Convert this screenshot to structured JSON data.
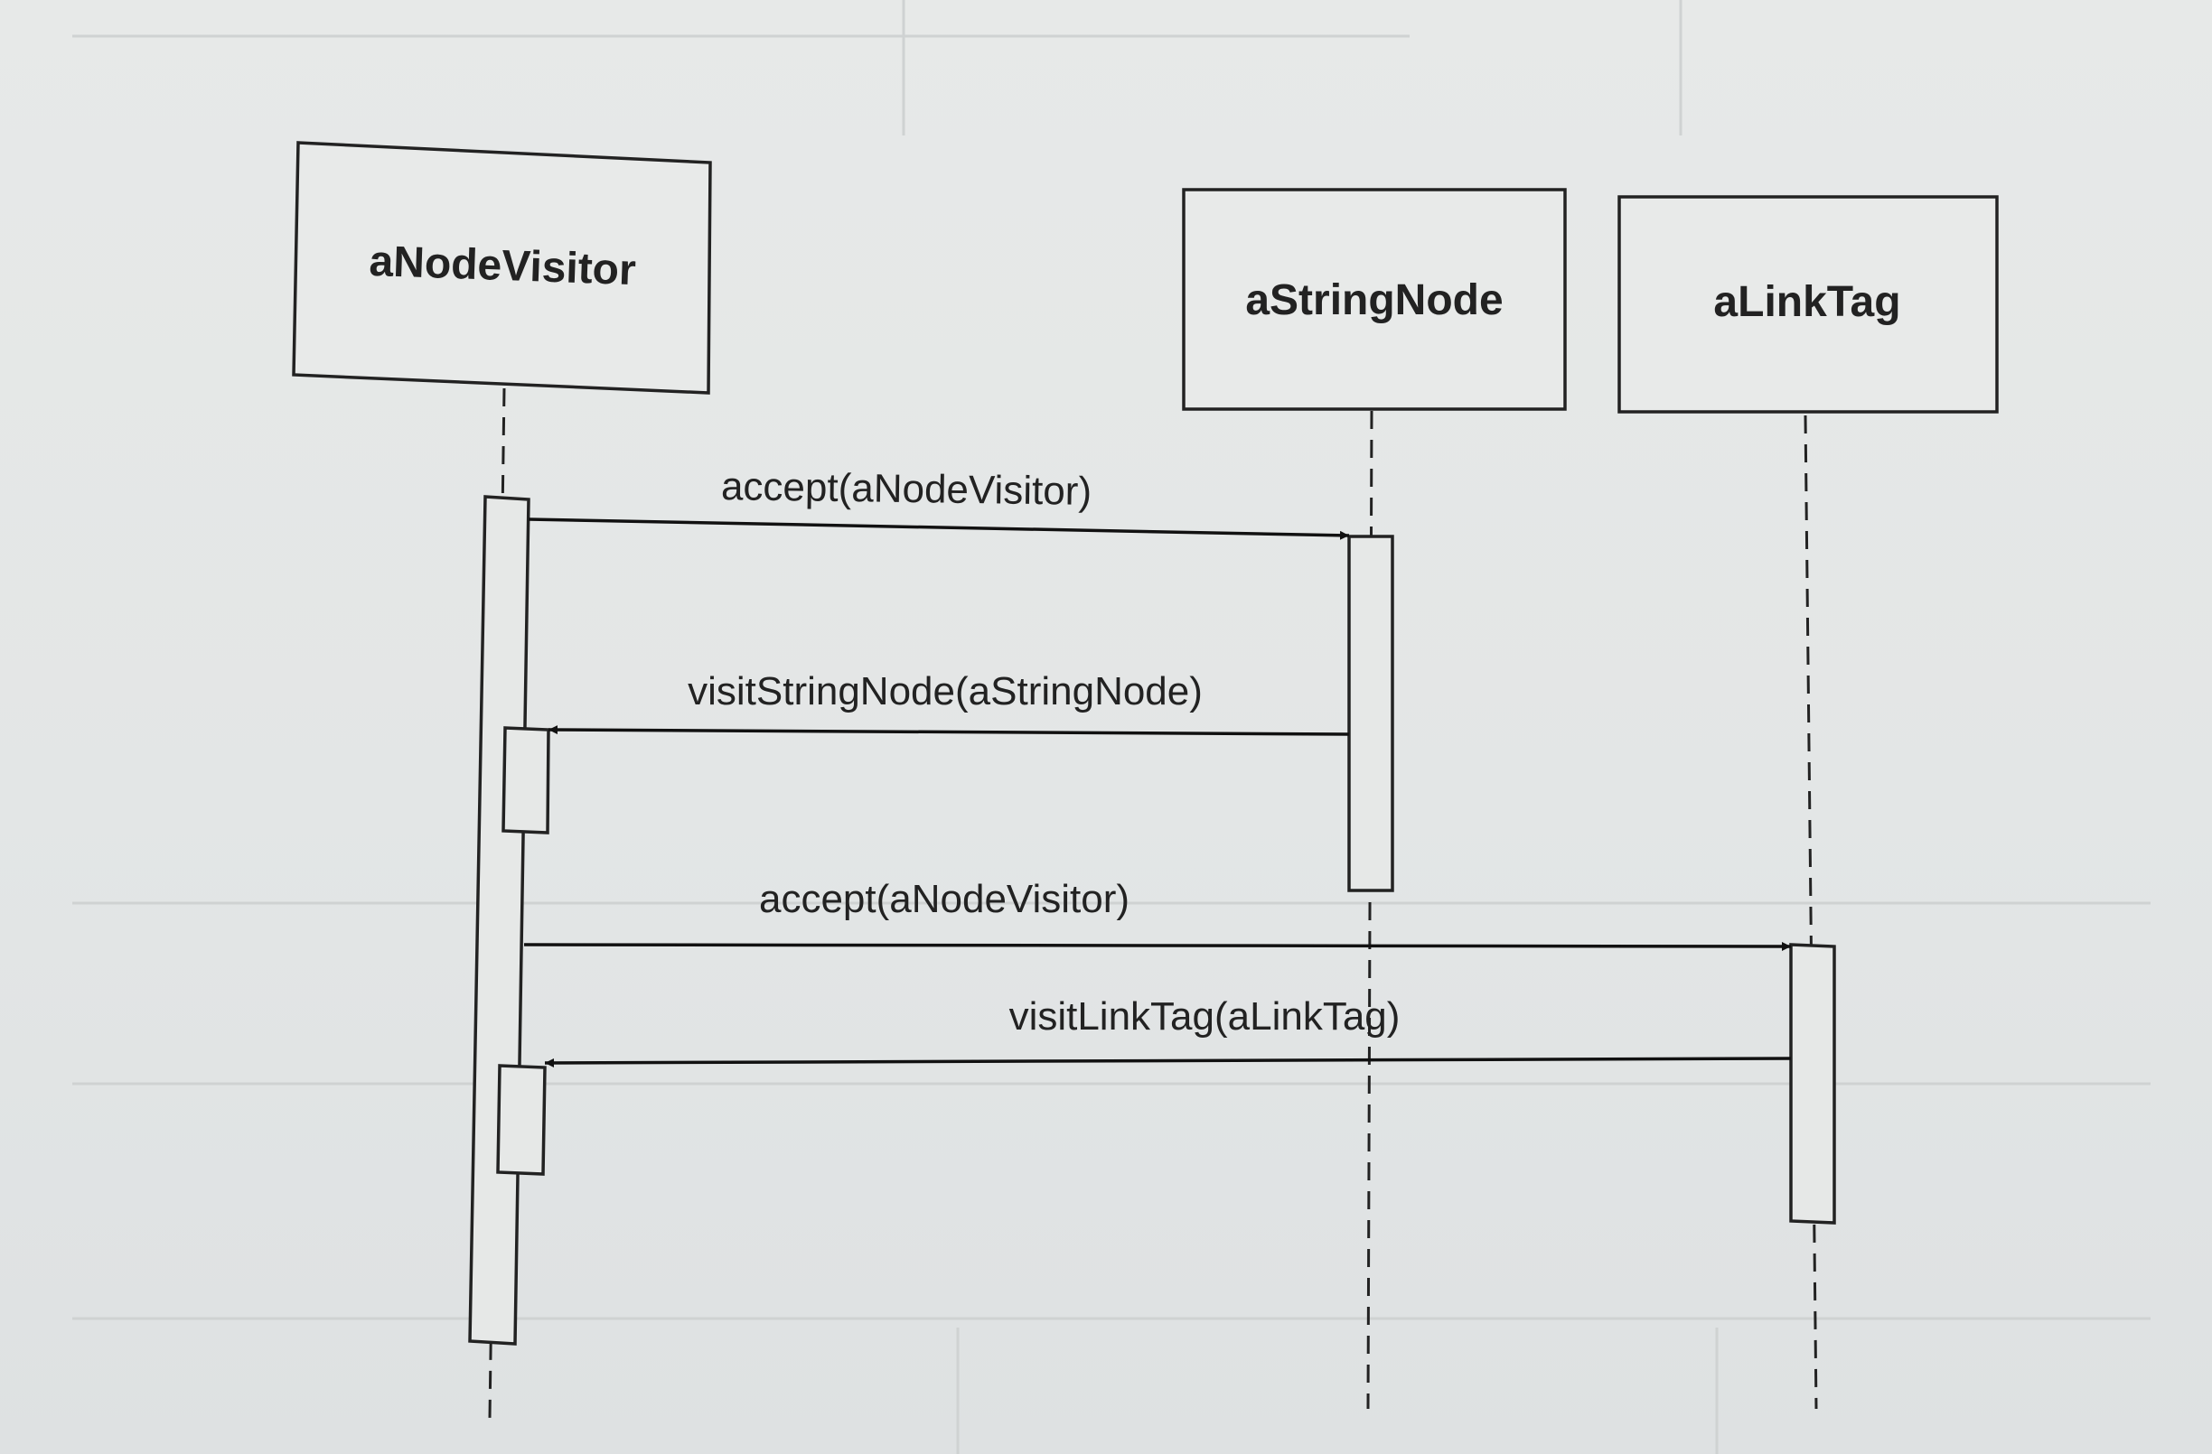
{
  "diagram": {
    "type": "uml-sequence",
    "participants": [
      {
        "id": "visitor",
        "name": "aNodeVisitor"
      },
      {
        "id": "stringnode",
        "name": "aStringNode"
      },
      {
        "id": "linktag",
        "name": "aLinkTag"
      }
    ],
    "messages": [
      {
        "label": "accept(aNodeVisitor)",
        "from": "aNodeVisitor",
        "to": "aStringNode"
      },
      {
        "label": "visitStringNode(aStringNode)",
        "from": "aStringNode",
        "to": "aNodeVisitor"
      },
      {
        "label": "accept(aNodeVisitor)",
        "from": "aNodeVisitor",
        "to": "aLinkTag"
      },
      {
        "label": "visitLinkTag(aLinkTag)",
        "from": "aLinkTag",
        "to": "aNodeVisitor"
      }
    ]
  }
}
